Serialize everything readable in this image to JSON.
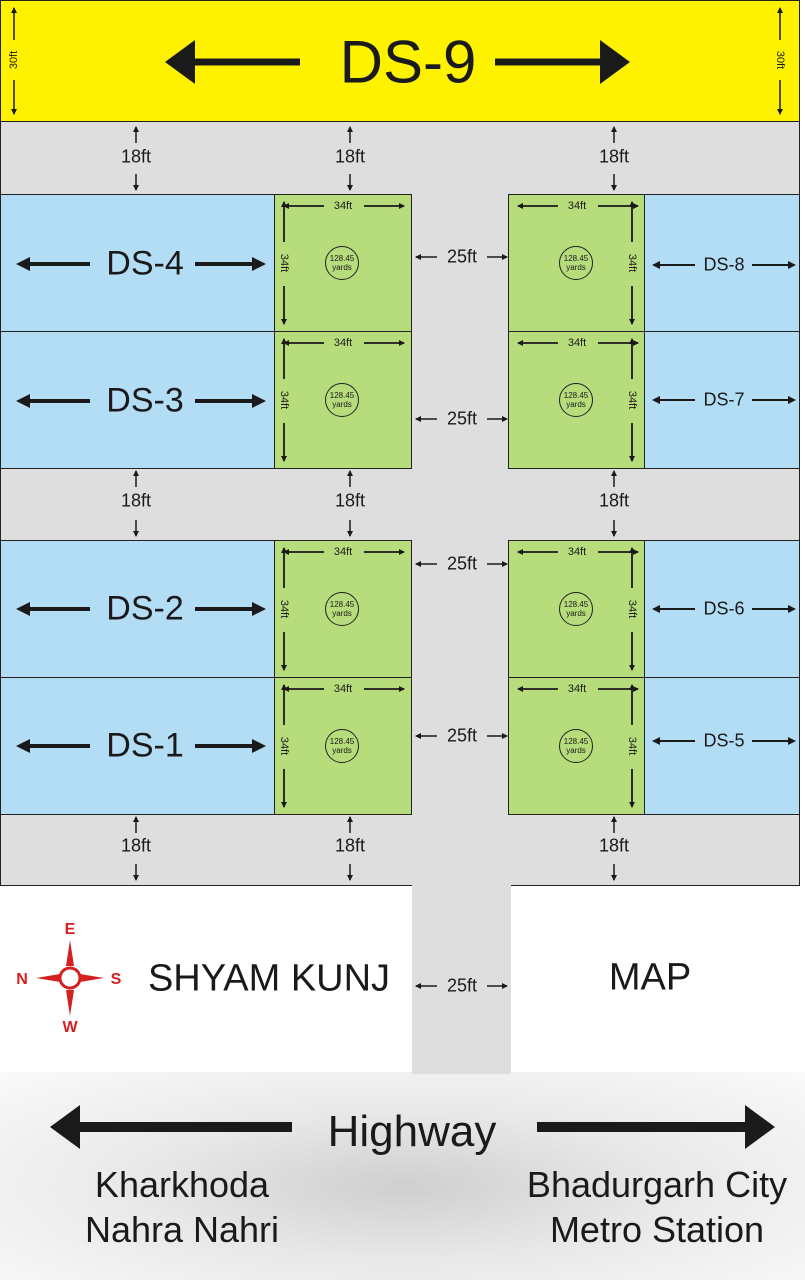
{
  "title_plot": {
    "label": "DS-9",
    "height_label": "30ft"
  },
  "road_widths": {
    "side": "18ft",
    "central": "25ft"
  },
  "left_plots": [
    {
      "label": "DS-4"
    },
    {
      "label": "DS-3"
    },
    {
      "label": "DS-2"
    },
    {
      "label": "DS-1"
    }
  ],
  "right_plots": [
    {
      "label": "DS-8"
    },
    {
      "label": "DS-7"
    },
    {
      "label": "DS-6"
    },
    {
      "label": "DS-5"
    }
  ],
  "green_plot": {
    "width": "34ft",
    "depth": "34ft",
    "area_value": "128.45",
    "area_unit": "yards"
  },
  "compass": {
    "top": "E",
    "left": "N",
    "right": "S",
    "bottom": "W",
    "color": "#d42020"
  },
  "project_name": "SHYAM KUNJ",
  "map_label": "MAP",
  "highway": {
    "label": "Highway",
    "left_dest_line1": "Kharkhoda",
    "left_dest_line2": "Nahra Nahri",
    "right_dest_line1": "Bhadurgarh City",
    "right_dest_line2": "Metro Station"
  },
  "colors": {
    "yellow": "#fff200",
    "blue": "#b3ddf5",
    "green": "#b7dc7c",
    "road": "#dedede"
  }
}
